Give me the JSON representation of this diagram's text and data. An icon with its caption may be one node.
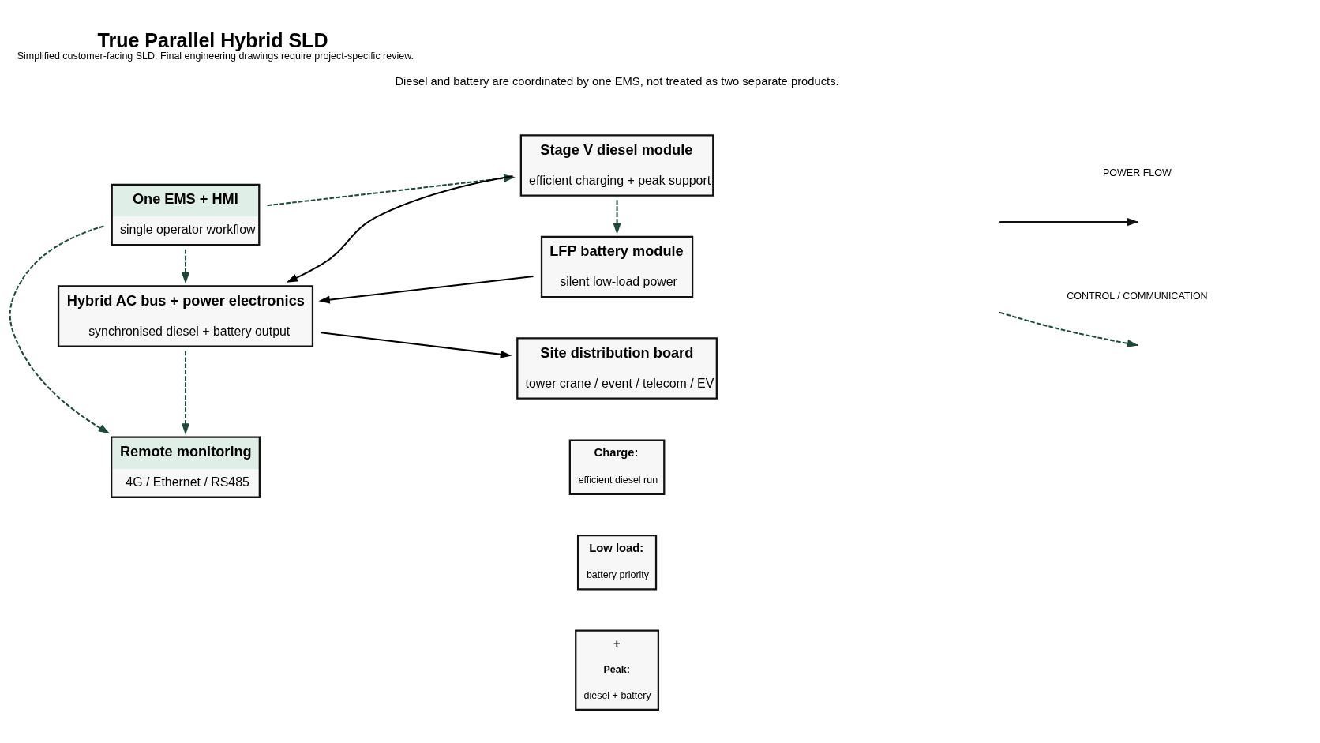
{
  "diagram": {
    "title": "True Parallel Hybrid SLD",
    "caption": "Simplified customer-facing SLD. Final engineering drawings require project-specific review.",
    "nodes": [
      {
        "text": [
          "One EMS + HMI",
          "single operator workflow"
        ]
      },
      {
        "text": [
          "Stage V diesel module",
          "efficient charging + peak support"
        ]
      },
      {
        "text": [
          "LFP battery module",
          "silent low-load power"
        ]
      },
      {
        "text": [
          "Hybrid AC bus + power electronics",
          "synchronised diesel + battery output"
        ]
      },
      {
        "text": [
          "Site distribution board",
          "tower crane / event / telecom / EV"
        ]
      },
      {
        "text": [
          "Remote monitoring",
          "4G / Ethernet / RS485"
        ]
      },
      {
        "text": [
          "Low load:",
          "battery priority"
        ]
      },
      {
        "text": [
          "+",
          "Peak:",
          "diesel + battery"
        ]
      },
      {
        "text": [
          "Charge:",
          "efficient diesel run"
        ]
      }
    ],
    "edges": [
      {
        "from": 0,
        "to": 1,
        "arrow": "to",
        "style": "dashed",
        "color": "#1f4a3a"
      },
      {
        "from": 0,
        "to": 3,
        "arrow": "to",
        "style": "dashed",
        "color": "#1f4a3a"
      },
      {
        "from": 0,
        "to": 5,
        "arrow": "to",
        "style": "dashed",
        "color": "#1f4a3a"
      },
      {
        "from": 1,
        "to": 2,
        "arrow": "to",
        "style": "dashed",
        "color": "#1f4a3a"
      },
      {
        "from": 1,
        "to": 3,
        "arrow": "to"
      },
      {
        "from": 2,
        "to": 3,
        "arrow": "to"
      },
      {
        "from": 3,
        "to": 4,
        "arrow": "to"
      },
      {
        "from": 3,
        "to": 5,
        "arrow": "to",
        "style": "dashed",
        "color": "#1f4a3a"
      }
    ],
    "labels": [
      "Diesel and battery are coordinated by one EMS, not treated as two separate products."
    ],
    "legend": [
      {
        "text": "POWER FLOW"
      },
      {
        "text": "CONTROL / COMMUNICATION"
      }
    ]
  }
}
